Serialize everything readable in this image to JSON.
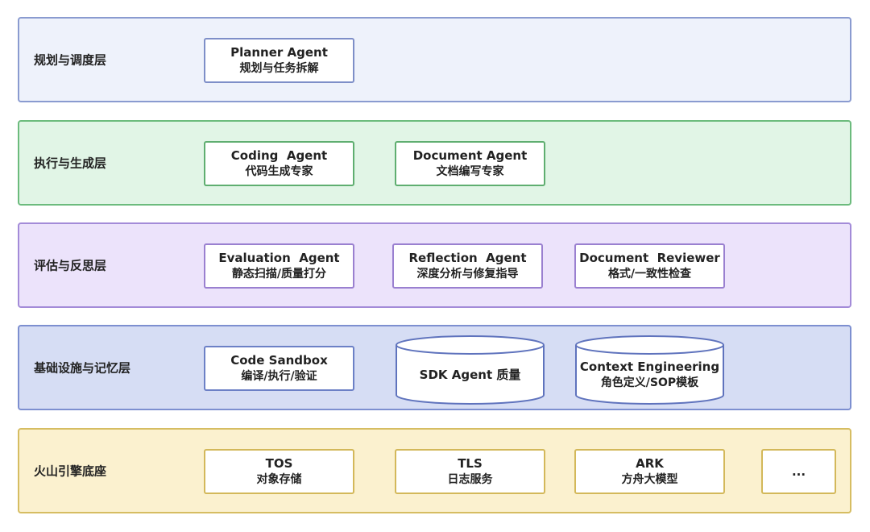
{
  "layers": [
    {
      "label": "规划与调度层",
      "nodes": [
        {
          "title": "Planner Agent",
          "subtitle": "规划与任务拆解"
        }
      ]
    },
    {
      "label": "执行与生成层",
      "nodes": [
        {
          "title": "Coding  Agent",
          "subtitle": "代码生成专家"
        },
        {
          "title": "Document Agent",
          "subtitle": "文档编写专家"
        }
      ]
    },
    {
      "label": "评估与反思层",
      "nodes": [
        {
          "title": "Evaluation  Agent",
          "subtitle": "静态扫描/质量打分"
        },
        {
          "title": "Reflection  Agent",
          "subtitle": "深度分析与修复指导"
        },
        {
          "title": "Document  Reviewer",
          "subtitle": "格式/一致性检查"
        }
      ]
    },
    {
      "label": "基础设施与记忆层",
      "nodes": [
        {
          "title": "Code Sandbox",
          "subtitle": "编译/执行/验证"
        },
        {
          "title": "SDK Agent 质量",
          "subtitle": ""
        },
        {
          "title": "Context Engineering",
          "subtitle": "角色定义/SOP模板"
        }
      ]
    },
    {
      "label": "火山引擎底座",
      "nodes": [
        {
          "title": "TOS",
          "subtitle": "对象存储"
        },
        {
          "title": "TLS",
          "subtitle": "日志服务"
        },
        {
          "title": "ARK",
          "subtitle": "方舟大模型"
        },
        {
          "title": "...",
          "subtitle": ""
        }
      ]
    }
  ]
}
